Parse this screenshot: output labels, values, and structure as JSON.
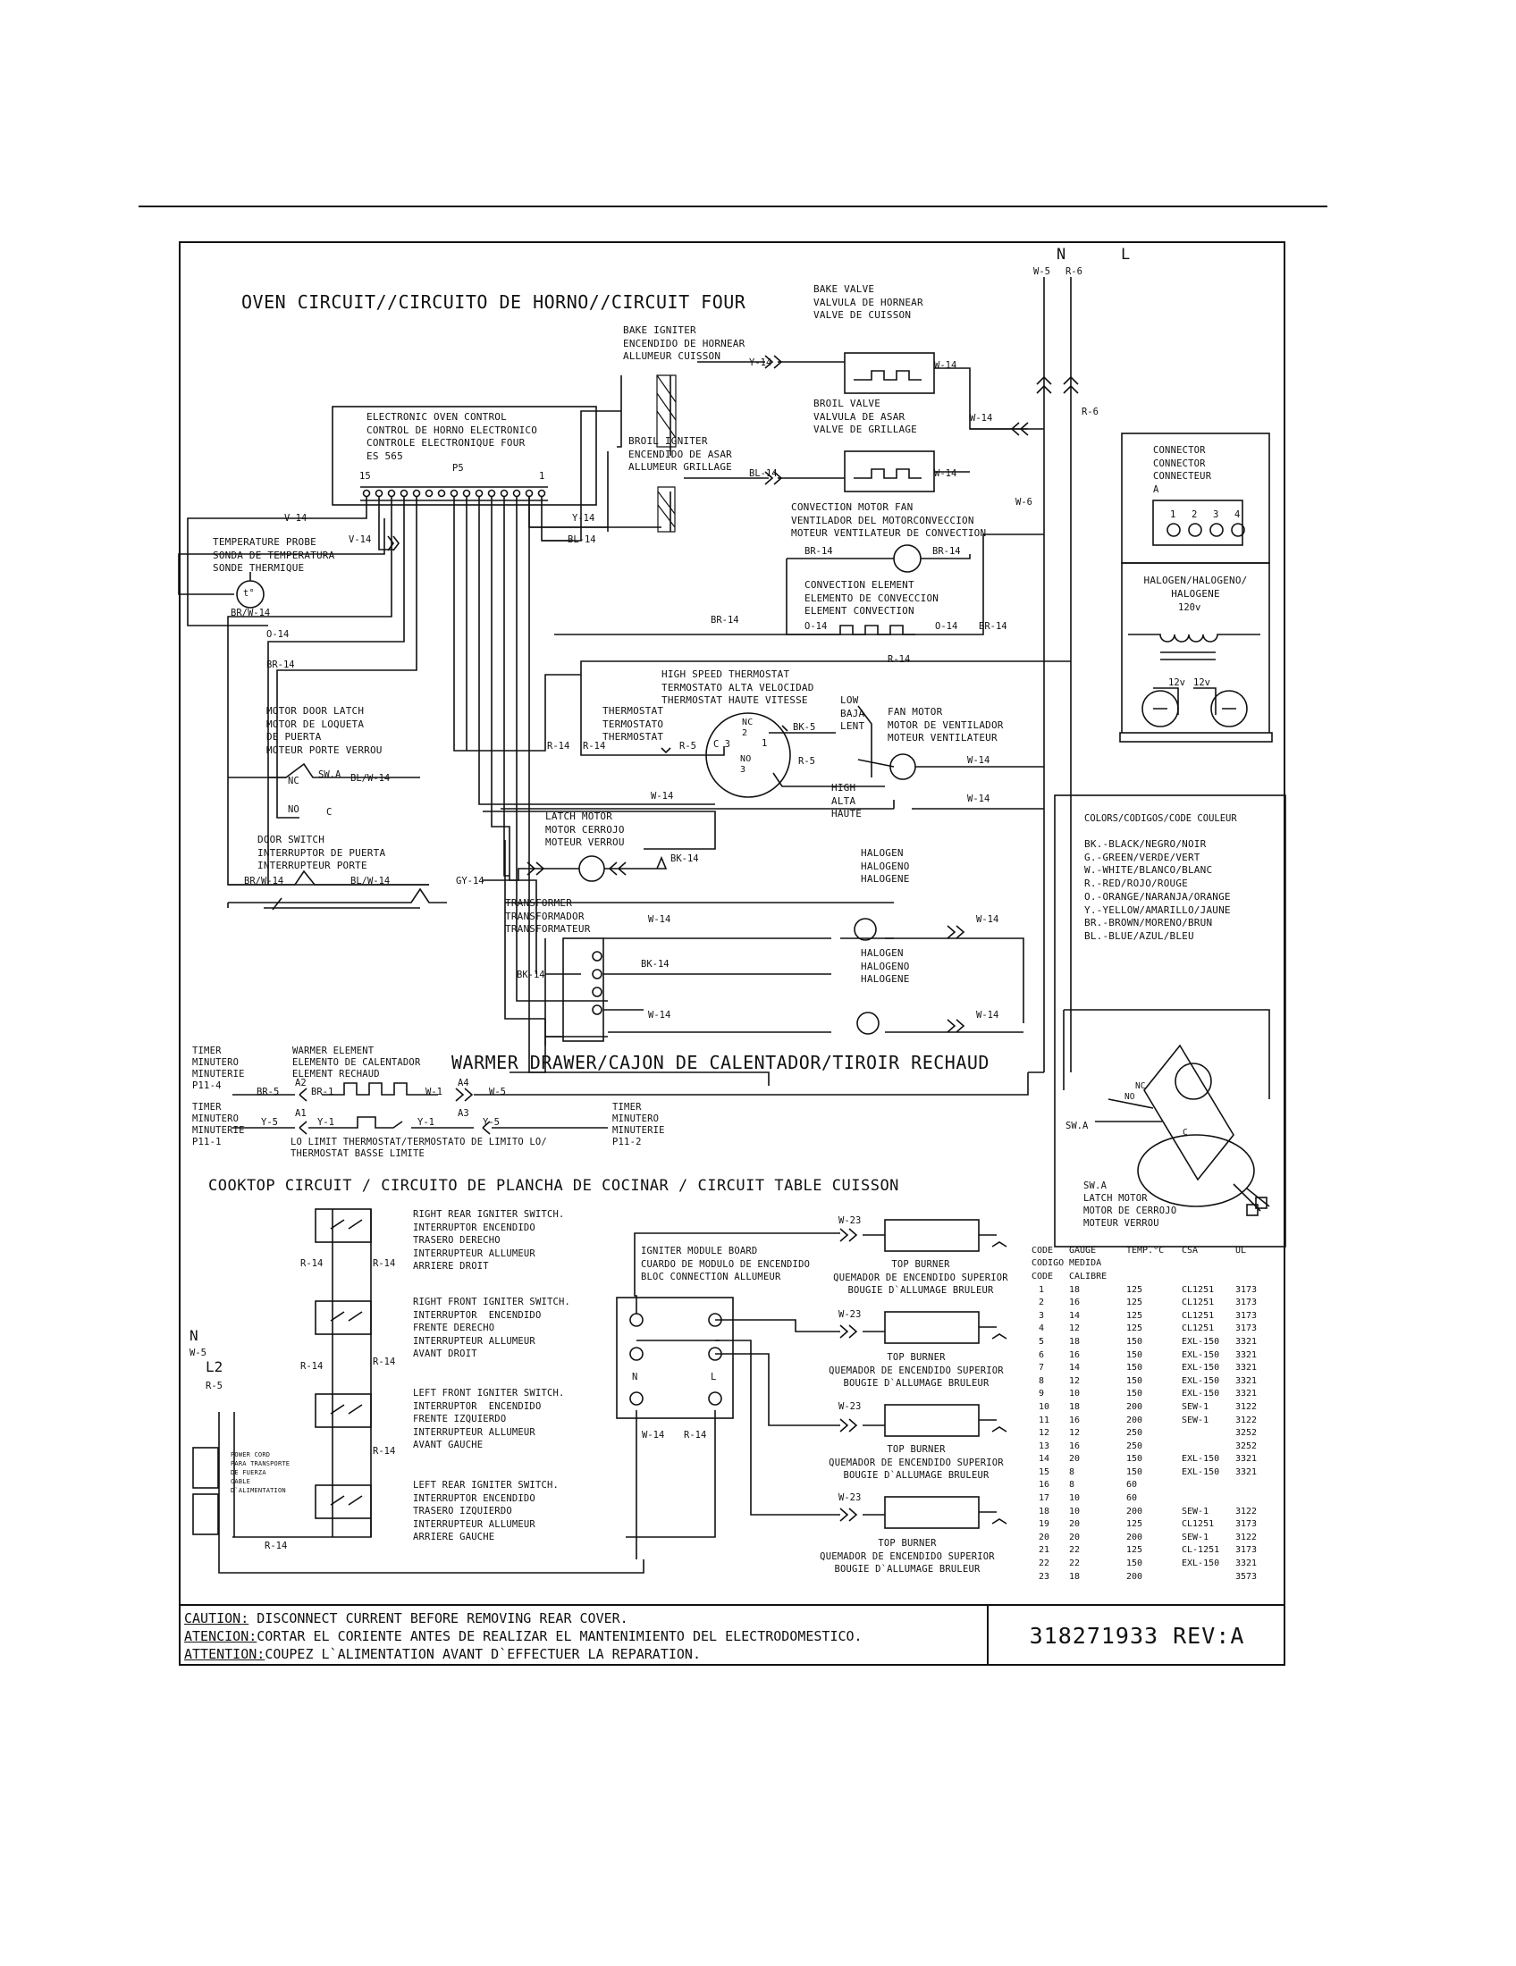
{
  "titles": {
    "oven": "OVEN CIRCUIT//CIRCUITO DE HORNO//CIRCUIT FOUR",
    "warmer": "WARMER DRAWER/CAJON DE CALENTADOR/TIROIR RECHAUD",
    "cooktop": "COOKTOP CIRCUIT / CIRCUITO DE PLANCHA DE COCINAR / CIRCUIT TABLE CUISSON"
  },
  "supply": {
    "n": "N",
    "l": "L",
    "w5": "W-5",
    "r6": "R-6"
  },
  "oven": {
    "control": "ELECTRONIC OVEN CONTROL\nCONTROL DE HORNO ELECTRONICO\nCONTROLE ELECTRONIQUE FOUR\nES 565",
    "p5": "P5",
    "pin15": "15",
    "pin1": "1",
    "probe": "TEMPERATURE PROBE\nSONDA DE TEMPERATURA\nSONDE THERMIQUE",
    "bake_igniter": "BAKE IGNITER\nENCENDIDO DE HORNEAR\nALLUMEUR CUISSON",
    "broil_igniter": "BROIL IGNITER\nENCENDIDO DE ASAR\nALLUMEUR GRILLAGE",
    "bake_valve": "BAKE VALVE\nVALVULA DE HORNEAR\nVALVE DE CUISSON",
    "broil_valve": "BROIL VALVE\nVALVULA DE ASAR\nVALVE DE GRILLAGE",
    "conv_fan": "CONVECTION MOTOR FAN\nVENTILADOR DEL MOTORCONVECCION\nMOTEUR VENTILATEUR DE CONVECTION",
    "conv_element": "CONVECTION ELEMENT\nELEMENTO DE CONVECCION\nELEMENT CONVECTION",
    "high_thermo": "HIGH SPEED THERMOSTAT\nTERMOSTATO ALTA VELOCIDAD\nTHERMOSTAT HAUTE VITESSE",
    "thermostat": "THERMOSTAT\nTERMOSTATO\nTHERMOSTAT",
    "low": "LOW\nBAJA\nLENT",
    "high": "HIGH\nALTA\nHAUTE",
    "fan_motor": "FAN MOTOR\nMOTOR DE VENTILADOR\nMOTEUR VENTILATEUR",
    "door_latch": "MOTOR DOOR LATCH\nMOTOR DE LOQUETA\nDE PUERTA\nMOTEUR PORTE VERROU",
    "door_switch": "DOOR SWITCH\nINTERRUPTOR DE PUERTA\nINTERRUPTEUR PORTE",
    "latch_motor": "LATCH MOTOR\nMOTOR CERROJO\nMOTEUR VERROU",
    "halogen": "HALOGEN\nHALOGENO\nHALOGENE",
    "transformer": "TRANSFORMER\nTRANSFORMADOR\nTRANSFORMATEUR",
    "swa": "SW.A",
    "nc": "NC",
    "no": "NO",
    "c": "C",
    "c3": "C 3",
    "no3": "NO\n3",
    "nc2": "NC\n2",
    "one": "1"
  },
  "wires": {
    "y14": "Y-14",
    "w14": "W-14",
    "bl14": "BL-14",
    "v14": "V-14",
    "brw14": "BR/W-14",
    "o14": "O-14",
    "br14": "BR-14",
    "blw14": "BL/W-14",
    "r14": "R-14",
    "r5": "R-5",
    "bk5": "BK-5",
    "bk14": "BK-14",
    "gy14": "GY-14",
    "w6": "W-6",
    "r6": "R-6",
    "w5": "W-5",
    "br5": "BR-5",
    "br1": "BR-1",
    "w1": "W-1",
    "y5": "Y-5",
    "y1": "Y-1",
    "w23": "W-23",
    "a1": "A1",
    "a2": "A2",
    "a3": "A3",
    "a4": "A4"
  },
  "warmer": {
    "element": "WARMER ELEMENT\nELEMENTO DE CALENTADOR\nELEMENT RECHAUD",
    "timer_p4": "TIMER\nMINUTERO\nMINUTERIE\nP11-4",
    "timer_p1": "TIMER\nMINUTERO\nMINUTERIE\nP11-1",
    "timer_p2": "TIMER\nMINUTERO\nMINUTERIE\nP11-2",
    "lo_limit": "LO LIMIT THERMOSTAT/TERMOSTATO DE LIMITO LO/\nTHERMOSTAT BASSE LIMITE"
  },
  "cooktop": {
    "rr_switch": "RIGHT REAR IGNITER SWITCH.\nINTERRUPTOR ENCENDIDO\nTRASERO DERECHO\nINTERRUPTEUR ALLUMEUR\nARRIERE DROIT",
    "rf_switch": "RIGHT FRONT IGNITER SWITCH.\nINTERRUPTOR  ENCENDIDO\nFRENTE DERECHO\nINTERRUPTEUR ALLUMEUR\nAVANT DROIT",
    "lf_switch": "LEFT FRONT IGNITER SWITCH.\nINTERRUPTOR  ENCENDIDO\nFRENTE IZQUIERDO\nINTERRUPTEUR ALLUMEUR\nAVANT GAUCHE",
    "lr_switch": "LEFT REAR IGNITER SWITCH.\nINTERRUPTOR ENCENDIDO\nTRASERO IZQUIERDO\nINTERRUPTEUR ALLUMEUR\nARRIERE GAUCHE",
    "module": "IGNITER MODULE BOARD\nCUARDO DE MODULO DE ENCENDIDO\nBLOC CONNECTION ALLUMEUR",
    "burner1": "TOP BURNER\nQUEMADOR DE ENCENDIDO SUPERIOR\nBOUGIE D`ALLUMAGE BRULEUR",
    "burner2": "TOP BURNER\nQUEMADOR DE ENCENDIDO SUPERIOR\nBOUGIE D`ALLUMAGE BRULEUR",
    "burner3": "TOP BURNER\nQUEMADOR DE ENCENDIDO SUPERIOR\nBOUGIE D`ALLUMAGE BRULEUR",
    "burner4": "TOP BURNER\nQUEMADOR DE ENCENDIDO SUPERIOR\nBOUGIE D`ALLUMAGE BRULEUR",
    "power_cord": "POWER CORD\nPARA TRANSPORTE\nDE FUERZA\nCABLE\nD`ALIMENTATION",
    "n": "N",
    "l2": "L2",
    "w5": "W-5",
    "r5": "R-5",
    "mn": "N",
    "ml": "L",
    "w14": "W-14",
    "r14": "R-14",
    "r14b": "R-14"
  },
  "connector": {
    "label": "CONNECTOR\nCONNECTOR\nCONNECTEUR\nA",
    "pins": [
      "1",
      "2",
      "3",
      "4"
    ]
  },
  "halogen_xfmr": {
    "label": "HALOGEN/HALOGENO/\nHALOGENE",
    "v120": "120v",
    "v12a": "12v",
    "v12b": "12v"
  },
  "colors": {
    "title": "COLORS/CODIGOS/CODE COULEUR",
    "items": [
      "BK.-BLACK/NEGRO/NOIR",
      "G.-GREEN/VERDE/VERT",
      "W.-WHITE/BLANCO/BLANC",
      "R.-RED/ROJO/ROUGE",
      "O.-ORANGE/NARANJA/ORANGE",
      "Y.-YELLOW/AMARILLO/JAUNE",
      "BR.-BROWN/MORENO/BRUN",
      "BL.-BLUE/AZUL/BLEU"
    ]
  },
  "latch_detail": {
    "label": "SW.A\nLATCH MOTOR\nMOTOR DE CERROJO\nMOTEUR VERROU",
    "swa": "SW.A",
    "nc": "NC",
    "no": "NO",
    "c": "C"
  },
  "gauge_table": {
    "headers": [
      [
        "CODE",
        "GAUGE",
        "TEMP.°C",
        "CSA",
        "UL"
      ],
      [
        "CODIGO",
        "MEDIDA",
        "",
        "",
        ""
      ],
      [
        "CODE",
        "CALIBRE",
        "",
        "",
        ""
      ]
    ],
    "rows": [
      [
        "1",
        "18",
        "125",
        "CL1251",
        "3173"
      ],
      [
        "2",
        "16",
        "125",
        "CL1251",
        "3173"
      ],
      [
        "3",
        "14",
        "125",
        "CL1251",
        "3173"
      ],
      [
        "4",
        "12",
        "125",
        "CL1251",
        "3173"
      ],
      [
        "5",
        "18",
        "150",
        "EXL-150",
        "3321"
      ],
      [
        "6",
        "16",
        "150",
        "EXL-150",
        "3321"
      ],
      [
        "7",
        "14",
        "150",
        "EXL-150",
        "3321"
      ],
      [
        "8",
        "12",
        "150",
        "EXL-150",
        "3321"
      ],
      [
        "9",
        "10",
        "150",
        "EXL-150",
        "3321"
      ],
      [
        "10",
        "18",
        "200",
        "SEW-1",
        "3122"
      ],
      [
        "11",
        "16",
        "200",
        "SEW-1",
        "3122"
      ],
      [
        "12",
        "12",
        "250",
        "",
        "3252"
      ],
      [
        "13",
        "16",
        "250",
        "",
        "3252"
      ],
      [
        "14",
        "20",
        "150",
        "EXL-150",
        "3321"
      ],
      [
        "15",
        "8",
        "150",
        "EXL-150",
        "3321"
      ],
      [
        "16",
        "8",
        "60",
        "",
        ""
      ],
      [
        "17",
        "10",
        "60",
        "",
        ""
      ],
      [
        "18",
        "10",
        "200",
        "SEW-1",
        "3122"
      ],
      [
        "19",
        "20",
        "125",
        "CL1251",
        "3173"
      ],
      [
        "20",
        "20",
        "200",
        "SEW-1",
        "3122"
      ],
      [
        "21",
        "22",
        "125",
        "CL-1251",
        "3173"
      ],
      [
        "22",
        "22",
        "150",
        "EXL-150",
        "3321"
      ],
      [
        "23",
        "18",
        "200",
        "",
        "3573"
      ]
    ]
  },
  "footer": {
    "caution_k": "CAUTION:",
    "caution": " DISCONNECT CURRENT BEFORE REMOVING REAR COVER.",
    "atencion_k": "ATENCION:",
    "atencion": "CORTAR EL CORIENTE ANTES DE REALIZAR EL MANTENIMIENTO DEL ELECTRODOMESTICO.",
    "attention_k": "ATTENTION:",
    "attention": "COUPEZ L`ALIMENTATION AVANT D`EFFECTUER LA REPARATION.",
    "part_number": "318271933 REV:A"
  }
}
